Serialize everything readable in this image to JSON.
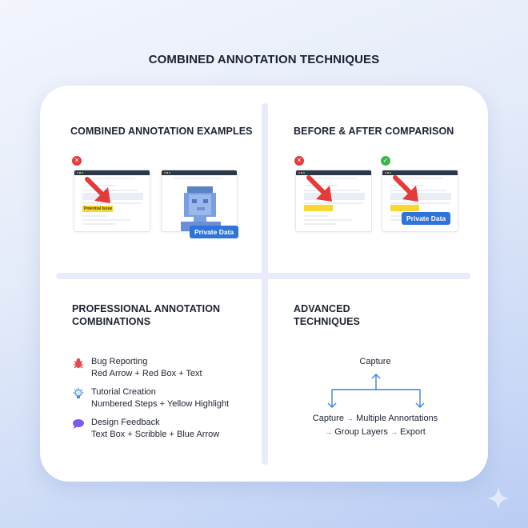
{
  "page": {
    "title": "COMBINED ANNOTATION TECHNIQUES"
  },
  "colors": {
    "accent_blue": "#2f74d8",
    "arrow_red": "#e53a3a",
    "highlight_yellow": "#f7d731",
    "success_green": "#3bb54a",
    "bug_red": "#e5484d",
    "bulb_blue": "#3a8ee6",
    "chat_purple": "#7a5af0"
  },
  "sections": {
    "combined_examples": {
      "title": "COMBINED ANNOTATION EXAMPLES",
      "example1": {
        "status": "error",
        "status_icon": "x-icon",
        "highlight_label": "Potential Issue"
      },
      "example2": {
        "tag_label": "Private Data",
        "content": "pixelated-face"
      }
    },
    "before_after": {
      "title": "BEFORE & AFTER COMPARISON",
      "before": {
        "status": "error",
        "status_icon": "x-icon"
      },
      "after": {
        "status": "success",
        "status_icon": "check-icon",
        "tag_label": "Private Data"
      }
    },
    "professional": {
      "title_line1": "PROFESSIONAL ANNOTATION",
      "title_line2": "COMBINATIONS",
      "items": [
        {
          "icon": "bug-icon",
          "title": "Bug Reporting",
          "detail": "Red Arrow + Red Box + Text"
        },
        {
          "icon": "lightbulb-icon",
          "title": "Tutorial Creation",
          "detail": "Numbered Steps + Yellow Highlight"
        },
        {
          "icon": "chat-bubble-icon",
          "title": "Design Feedback",
          "detail": "Text Box + Scribble + Blue Arrow"
        }
      ]
    },
    "advanced": {
      "title_line1": "ADVANCED",
      "title_line2": "TECHNIQUES",
      "flow_top": "Capture",
      "flow_steps_row1": [
        "Capture",
        "Multiple Annortations"
      ],
      "flow_steps_row2": [
        "Group Layers",
        "Export"
      ],
      "arrow_glyph": "→"
    }
  }
}
